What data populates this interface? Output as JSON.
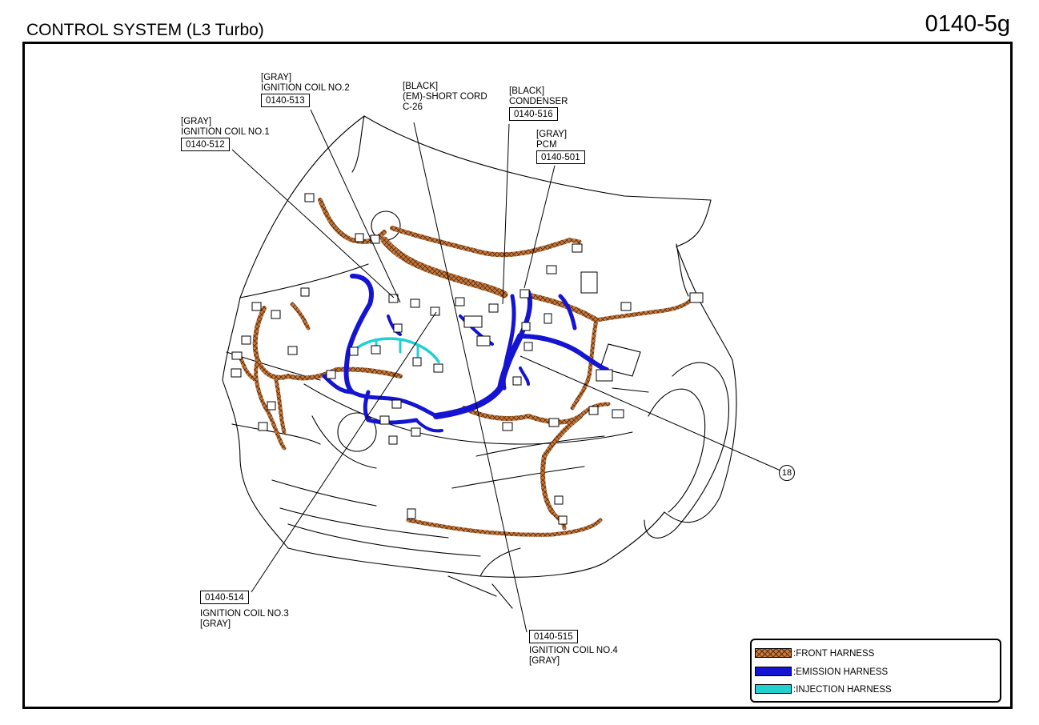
{
  "header": {
    "title": "CONTROL SYSTEM (L3 Turbo)",
    "page_code": "0140-5g"
  },
  "callouts": {
    "coil2": {
      "color": "[GRAY]",
      "name": "IGNITION COIL NO.2",
      "code": "0140-513"
    },
    "coil1": {
      "color": "[GRAY]",
      "name": "IGNITION COIL NO.1",
      "code": "0140-512"
    },
    "short_cord": {
      "color": "[BLACK]",
      "name": "(EM)-SHORT CORD",
      "code": "C-26"
    },
    "condenser": {
      "color": "[BLACK]",
      "name": "CONDENSER",
      "code": "0140-516"
    },
    "pcm": {
      "color": "[GRAY]",
      "name": "PCM",
      "code": "0140-501"
    },
    "coil3": {
      "code": "0140-514",
      "name": "IGNITION COIL NO.3",
      "color": "[GRAY]"
    },
    "coil4": {
      "code": "0140-515",
      "name": "IGNITION COIL NO.4",
      "color": "[GRAY]"
    },
    "ground": {
      "label": "18"
    }
  },
  "legend": {
    "items": [
      {
        "label": ":FRONT HARNESS",
        "color": "#c87a3c",
        "pattern": "crosshatch"
      },
      {
        "label": ":EMISSION HARNESS",
        "color": "#1414d2",
        "pattern": "solid"
      },
      {
        "label": ":INJECTION HARNESS",
        "color": "#22d0d0",
        "pattern": "solid"
      }
    ]
  },
  "colors": {
    "front_harness": "#c87a3c",
    "emission_harness": "#1414d2",
    "injection_harness": "#22d0d0"
  }
}
